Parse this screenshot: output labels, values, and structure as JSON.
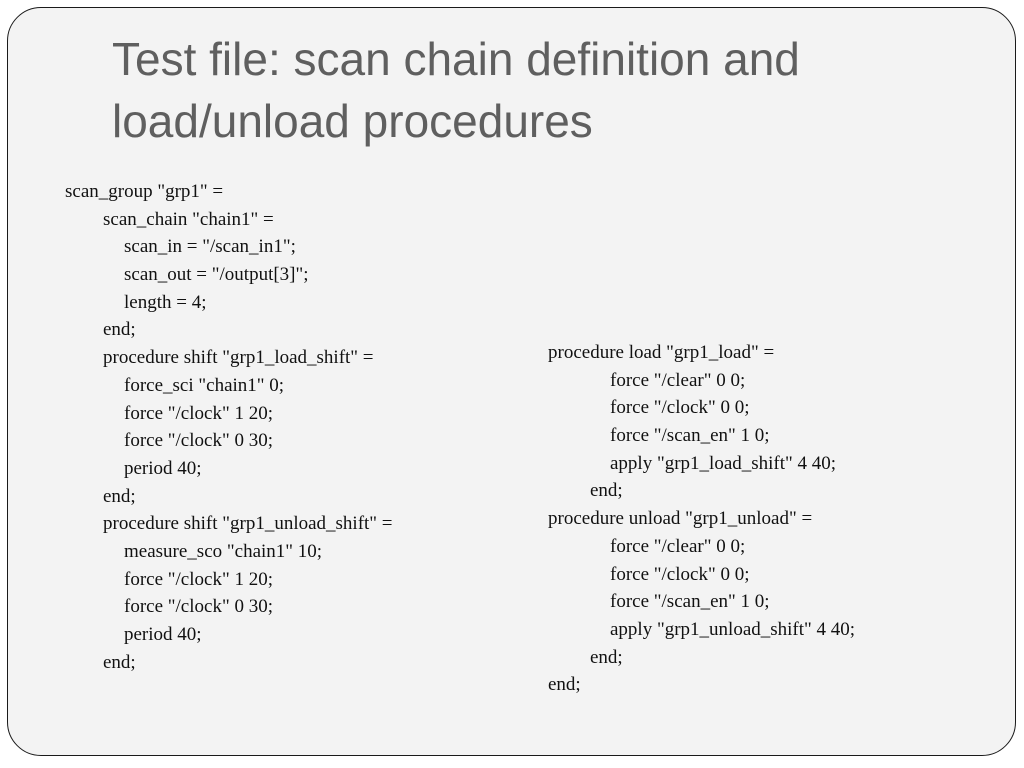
{
  "slide": {
    "title_lines": [
      "Test file: scan chain definition and",
      "load/unload procedures"
    ]
  },
  "left_block": {
    "lines": [
      {
        "indent": 0,
        "text": "scan_group \"grp1\" ="
      },
      {
        "indent": 1,
        "text": "scan_chain \"chain1\" ="
      },
      {
        "indent": 2,
        "text": "scan_in = \"/scan_in1\";"
      },
      {
        "indent": 2,
        "text": "scan_out = \"/output[3]\";"
      },
      {
        "indent": 2,
        "text": "length = 4;"
      },
      {
        "indent": 1,
        "text": "end;"
      },
      {
        "indent": 1,
        "text": "procedure shift \"grp1_load_shift\" ="
      },
      {
        "indent": 2,
        "text": "force_sci \"chain1\" 0;"
      },
      {
        "indent": 2,
        "text": "force \"/clock\" 1 20;"
      },
      {
        "indent": 2,
        "text": "force \"/clock\" 0 30;"
      },
      {
        "indent": 2,
        "text": "period 40;"
      },
      {
        "indent": 1,
        "text": "end;"
      },
      {
        "indent": 1,
        "text": "procedure shift \"grp1_unload_shift\" ="
      },
      {
        "indent": 2,
        "text": "measure_sco \"chain1\" 10;"
      },
      {
        "indent": 2,
        "text": "force \"/clock\" 1 20;"
      },
      {
        "indent": 2,
        "text": "force \"/clock\" 0 30;"
      },
      {
        "indent": 2,
        "text": "period 40;"
      },
      {
        "indent": 1,
        "text": "end;"
      }
    ]
  },
  "right_block": {
    "lines": [
      {
        "indent": 0,
        "text": "procedure load \"grp1_load\" ="
      },
      {
        "indent": 2,
        "text": "force \"/clear\" 0 0;"
      },
      {
        "indent": 2,
        "text": "force \"/clock\" 0 0;"
      },
      {
        "indent": 2,
        "text": "force \"/scan_en\" 1 0;"
      },
      {
        "indent": 2,
        "text": "apply \"grp1_load_shift\" 4 40;"
      },
      {
        "indent": 1,
        "text": "end;"
      },
      {
        "indent": 0,
        "text": "procedure unload \"grp1_unload\" ="
      },
      {
        "indent": 2,
        "text": "force \"/clear\" 0 0;"
      },
      {
        "indent": 2,
        "text": "force \"/clock\" 0 0;"
      },
      {
        "indent": 2,
        "text": "force \"/scan_en\" 1 0;"
      },
      {
        "indent": 2,
        "text": "apply \"grp1_unload_shift\" 4 40;"
      },
      {
        "indent": 1,
        "text": "end;"
      },
      {
        "indent": 0,
        "text": "end;"
      }
    ]
  },
  "colors": {
    "background": "#f3f3f3",
    "frame_border": "#1a1a1a",
    "title": "#5f5f5f",
    "text": "#111111"
  }
}
